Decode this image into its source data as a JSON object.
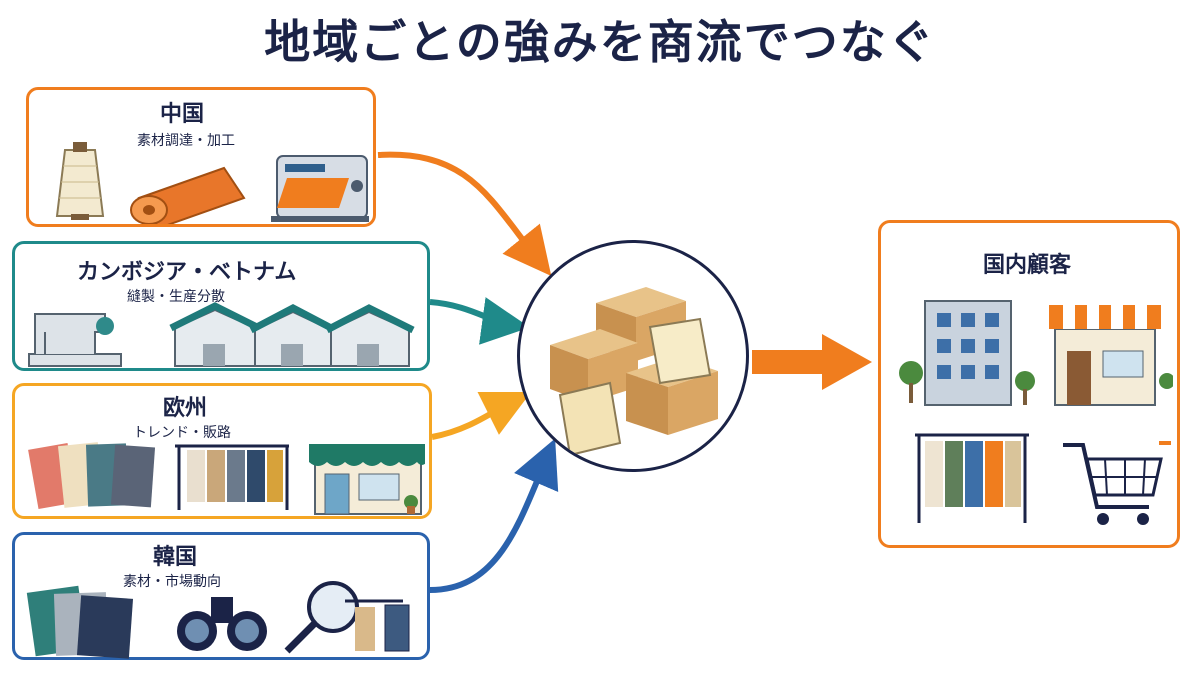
{
  "title": "地域ごとの強みを商流でつなぐ",
  "regions": [
    {
      "name": "中国",
      "subtitle": "素材調達・加工",
      "color": "#f07d1e"
    },
    {
      "name": "カンボジア・ベトナム",
      "subtitle": "縫製・生産分散",
      "color": "#1f8a8a"
    },
    {
      "name": "欧州",
      "subtitle": "トレンド・販路",
      "color": "#f5a623"
    },
    {
      "name": "韓国",
      "subtitle": "素材・市場動向",
      "color": "#2a62ad"
    }
  ],
  "destination": {
    "name": "国内顧客",
    "color": "#f07d1e"
  },
  "hub_color": "#1b2347"
}
